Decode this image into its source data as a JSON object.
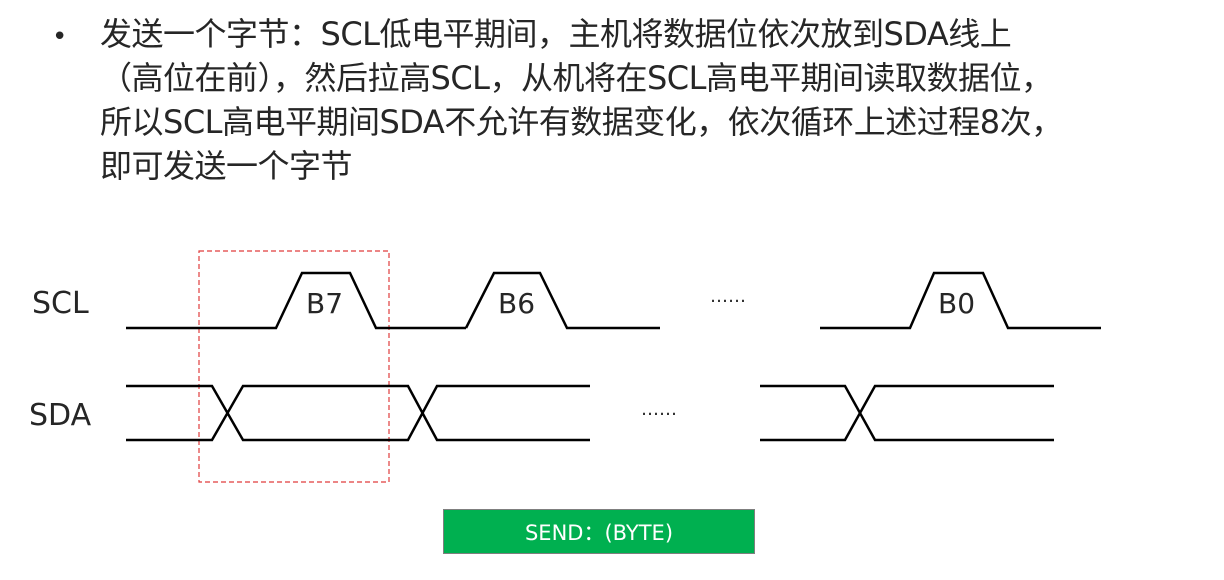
{
  "bullet": {
    "marker": "•",
    "lines": [
      "发送一个字节：SCL低电平期间，主机将数据位依次放到SDA线上",
      "（高位在前），然后拉高SCL，从机将在SCL高电平期间读取数据位，",
      "所以SCL高电平期间SDA不允许有数据变化，依次循环上述过程8次，",
      "即可发送一个字节"
    ]
  },
  "diagram": {
    "scl_label": "SCL",
    "sda_label": "SDA",
    "pulses": [
      "B7",
      "B6",
      "B0"
    ],
    "scl_ellipsis": "……",
    "sda_ellipsis": "……",
    "highlight_color": "#e03c3c",
    "line_color": "#000000"
  },
  "send_button": {
    "label": "SEND：(BYTE)",
    "color": "#00b050"
  }
}
